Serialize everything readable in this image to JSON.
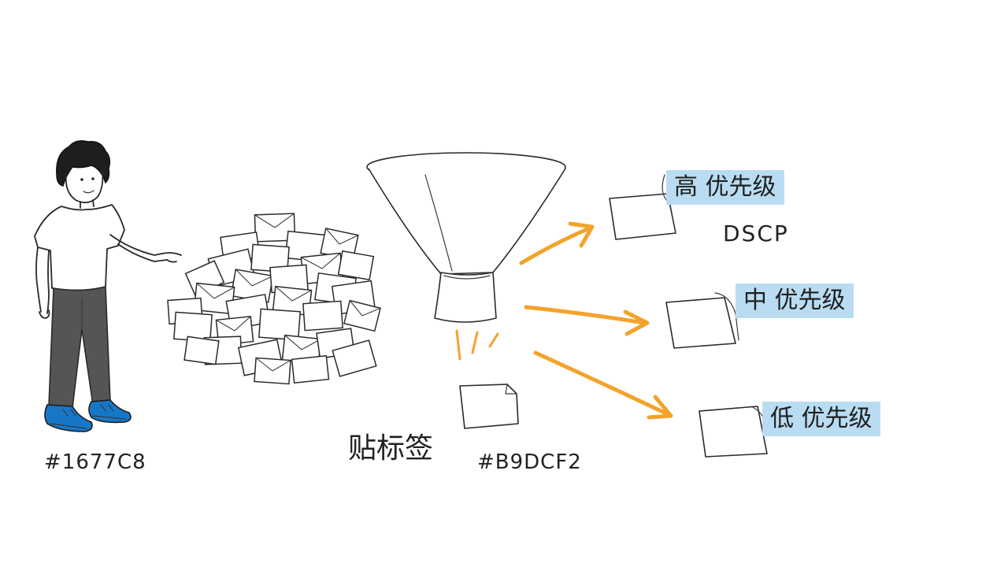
{
  "colors": {
    "person_color": "#1677C8",
    "tag_color": "#B9DCF2",
    "arrow_color": "#F3A32B",
    "ink": "#2a2a2a"
  },
  "labels": {
    "person_hex": "#1677C8",
    "tagging": "贴标签",
    "packet_hex": "#B9DCF2",
    "dscp": "DSCP"
  },
  "priorities": [
    {
      "label": "高 优先级"
    },
    {
      "label": "中 优先级"
    },
    {
      "label": "低 优先级"
    }
  ]
}
